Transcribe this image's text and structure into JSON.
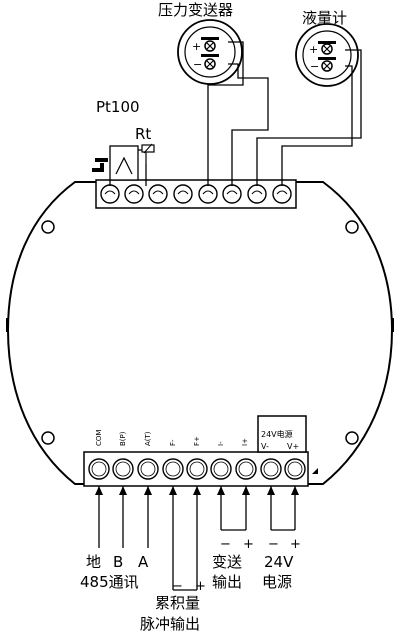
{
  "top_devices": {
    "pressure_transmitter": "压力变送器",
    "level_meter": "液量计",
    "pt100": "Pt100",
    "rt": "Rt"
  },
  "power_box": {
    "title": "24V电源",
    "v_minus": "V-",
    "v_plus": "V+"
  },
  "bottom_terminal_codes": [
    "COM",
    "B(P)",
    "A(T)",
    "F-",
    "F+",
    "I-",
    "I+"
  ],
  "bottom_labels": {
    "ground": "地",
    "b": "B",
    "a": "A",
    "rs485_comm": "485通讯",
    "pulse_line1": "累积量",
    "pulse_line2": "脉冲输出",
    "trans_line1": "变送",
    "trans_line2": "输出",
    "power_line1": "24V",
    "power_line2": "电源"
  },
  "polarity": {
    "minus": "−",
    "plus": "+"
  }
}
